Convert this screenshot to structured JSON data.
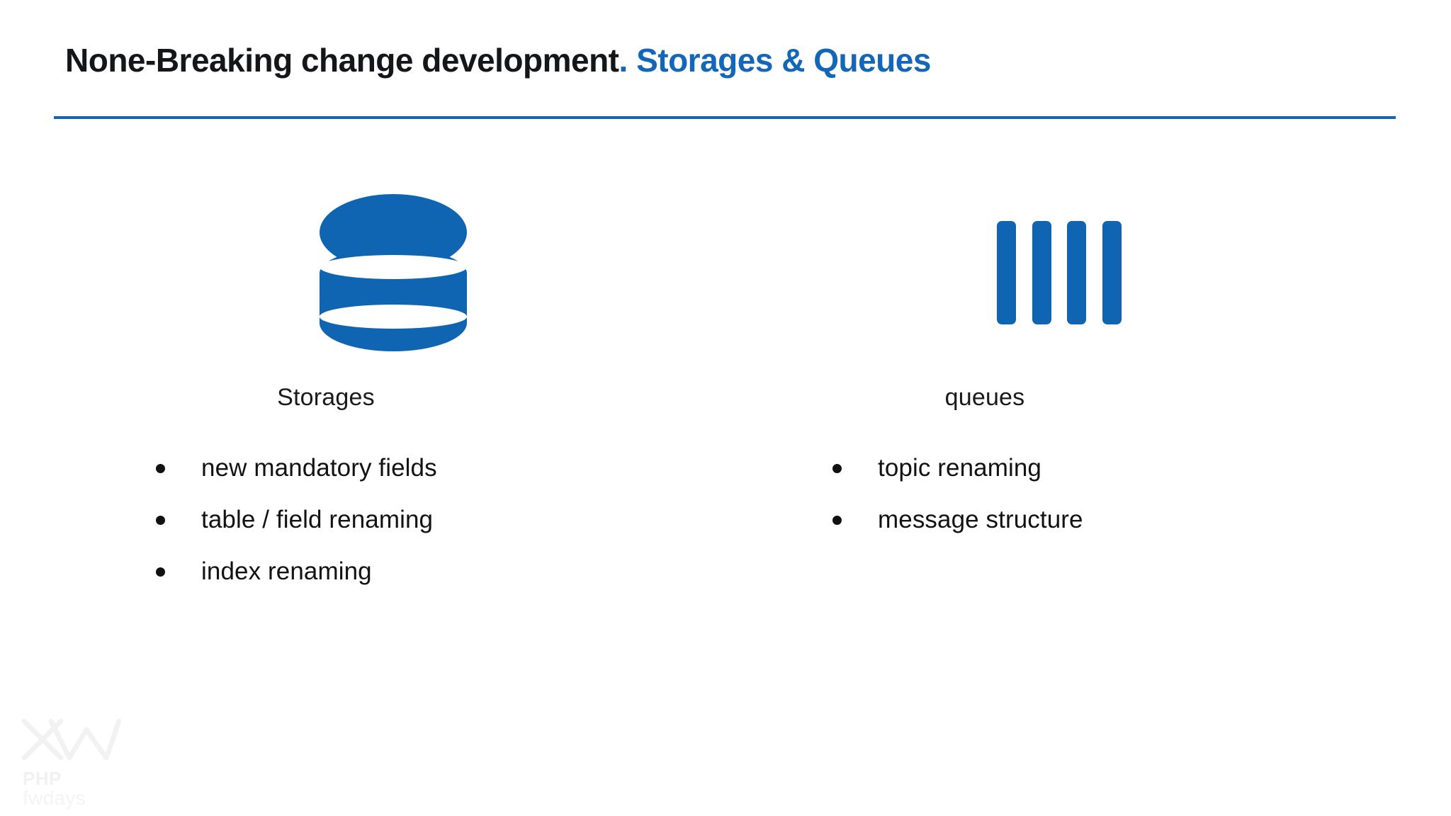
{
  "slide": {
    "title_main": "None-Breaking change development",
    "title_separator": ".",
    "title_accent": "Storages & Queues",
    "accent_color": "#1466b8",
    "rule_color": "#1567b5",
    "icon_color": "#1065b3",
    "background_color": "#ffffff"
  },
  "columns": [
    {
      "icon": "database-icon",
      "caption": "Storages",
      "bullets": [
        "new mandatory fields",
        "table / field renaming",
        "index renaming"
      ]
    },
    {
      "icon": "queue-bars-icon",
      "caption": "queues",
      "bullets": [
        "topic renaming",
        "message structure"
      ]
    }
  ],
  "logo": {
    "mark": "xw-chevron-mark",
    "line1": "PHP",
    "line2": "fwdays"
  }
}
